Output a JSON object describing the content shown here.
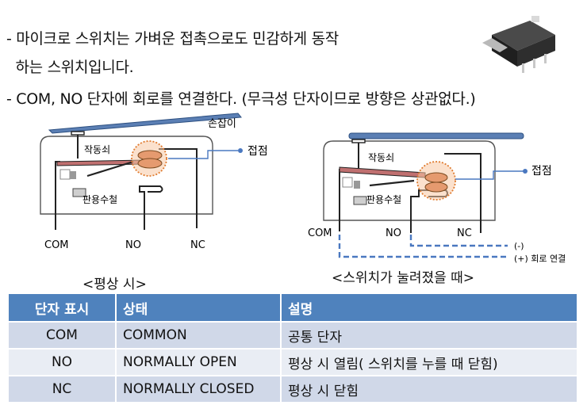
{
  "bullets": [
    "- 마이크로 스위치는 가벼운 접촉으로도 민감하게 동작",
    "  하는 스위치입니다.",
    "- COM, NO 단자에 회로를 연결한다. (무극성 단자이므로 방향은 상관없다.)"
  ],
  "product_image": {
    "icon": "micro-switch-photo"
  },
  "left_diagram": {
    "labels": {
      "lever": "손잡이",
      "actuator": "작동쇠",
      "contact": "접점",
      "spring": "판용수철",
      "com": "COM",
      "no": "NO",
      "nc": "NC"
    },
    "caption": "<평상 시>"
  },
  "right_diagram": {
    "labels": {
      "actuator": "작동쇠",
      "contact": "접점",
      "spring": "판용수철",
      "com": "COM",
      "no": "NO",
      "nc": "NC",
      "minus": "(-)",
      "plus_circuit": "(+) 회로 연결"
    },
    "caption": "<스위치가 눌려졌을 때>"
  },
  "colors": {
    "lever": "#5b7fb4",
    "contact": "#e59a6f",
    "contact_ring": "#e07b2f",
    "leaf": "#c07070",
    "circuit": "#4a78c0",
    "table_header": "#4f82bd",
    "row_odd": "#d0d8e8",
    "row_even": "#e9edf4"
  },
  "table": {
    "headers": [
      "단자 표시",
      "상태",
      "설명"
    ],
    "rows": [
      [
        "COM",
        "COMMON",
        "공통 단자"
      ],
      [
        "NO",
        "NORMALLY OPEN",
        "평상 시 열림( 스위치를 누를 때 닫힘)"
      ],
      [
        "NC",
        "NORMALLY CLOSED",
        "평상 시 닫힘"
      ]
    ]
  }
}
